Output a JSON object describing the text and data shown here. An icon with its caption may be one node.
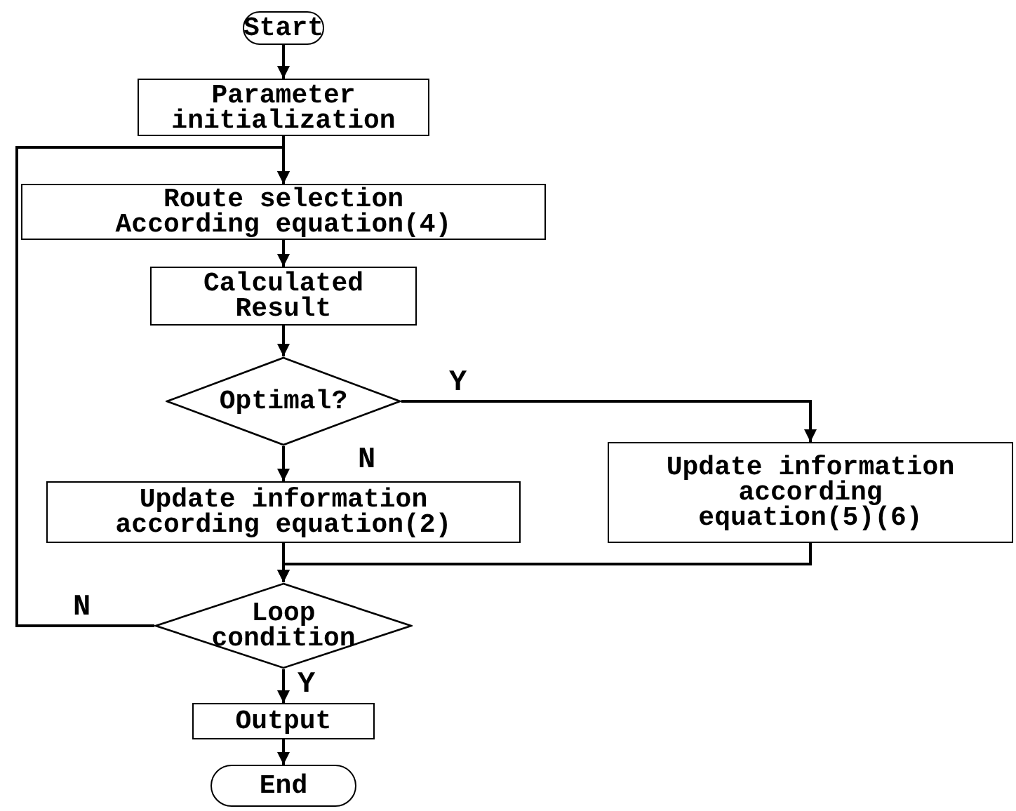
{
  "diagram": {
    "nodes": [
      {
        "text": [
          "Start"
        ]
      },
      {
        "text": [
          "Parameter initialization"
        ]
      },
      {
        "text": [
          "Route selection According equation(4)"
        ]
      },
      {
        "text": [
          "Calculated Result"
        ]
      },
      {
        "text": [
          "Optimal?"
        ]
      },
      {
        "text": [
          "Update information according equation(2)"
        ]
      },
      {
        "text": [
          "Update information according equation(5)(6)"
        ]
      },
      {
        "text": [
          "Loop condition"
        ]
      },
      {
        "text": [
          "Output"
        ]
      },
      {
        "text": [
          "End"
        ]
      }
    ],
    "edges": [
      {
        "from": 0,
        "to": 1,
        "arrow": "to"
      },
      {
        "from": 1,
        "to": 2,
        "arrow": "to"
      },
      {
        "from": 2,
        "to": 3,
        "arrow": "to"
      },
      {
        "from": 3,
        "to": 4,
        "arrow": "to"
      },
      {
        "from": 4,
        "to": 5,
        "arrow": "to",
        "label": "N"
      },
      {
        "from": 4,
        "to": 6,
        "arrow": "to",
        "label": "Y"
      },
      {
        "from": 5,
        "to": 7,
        "arrow": "to"
      },
      {
        "from": 6,
        "to": 7,
        "arrow": "to"
      },
      {
        "from": 7,
        "to": 2,
        "arrow": "to",
        "label": "N"
      },
      {
        "from": 7,
        "to": 8,
        "arrow": "to",
        "label": "Y"
      },
      {
        "from": 8,
        "to": 9,
        "arrow": "to"
      }
    ]
  }
}
